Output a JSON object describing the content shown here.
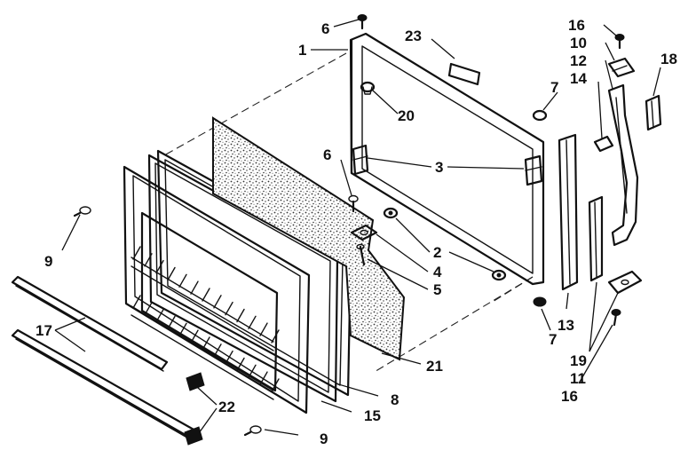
{
  "diagram": {
    "callouts": [
      {
        "id": "c1",
        "text": "1"
      },
      {
        "id": "c2",
        "text": "2"
      },
      {
        "id": "c3",
        "text": "3"
      },
      {
        "id": "c4",
        "text": "4"
      },
      {
        "id": "c5",
        "text": "5"
      },
      {
        "id": "c6a",
        "text": "6"
      },
      {
        "id": "c6b",
        "text": "6"
      },
      {
        "id": "c7a",
        "text": "7"
      },
      {
        "id": "c7b",
        "text": "7"
      },
      {
        "id": "c8",
        "text": "8"
      },
      {
        "id": "c9a",
        "text": "9"
      },
      {
        "id": "c9b",
        "text": "9"
      },
      {
        "id": "c10",
        "text": "10"
      },
      {
        "id": "c11",
        "text": "11"
      },
      {
        "id": "c12",
        "text": "12"
      },
      {
        "id": "c13",
        "text": "13"
      },
      {
        "id": "c14",
        "text": "14"
      },
      {
        "id": "c15",
        "text": "15"
      },
      {
        "id": "c16a",
        "text": "16"
      },
      {
        "id": "c16b",
        "text": "16"
      },
      {
        "id": "c17",
        "text": "17"
      },
      {
        "id": "c18",
        "text": "18"
      },
      {
        "id": "c19",
        "text": "19"
      },
      {
        "id": "c20",
        "text": "20"
      },
      {
        "id": "c21",
        "text": "21"
      },
      {
        "id": "c22",
        "text": "22"
      },
      {
        "id": "c23",
        "text": "23"
      }
    ]
  }
}
